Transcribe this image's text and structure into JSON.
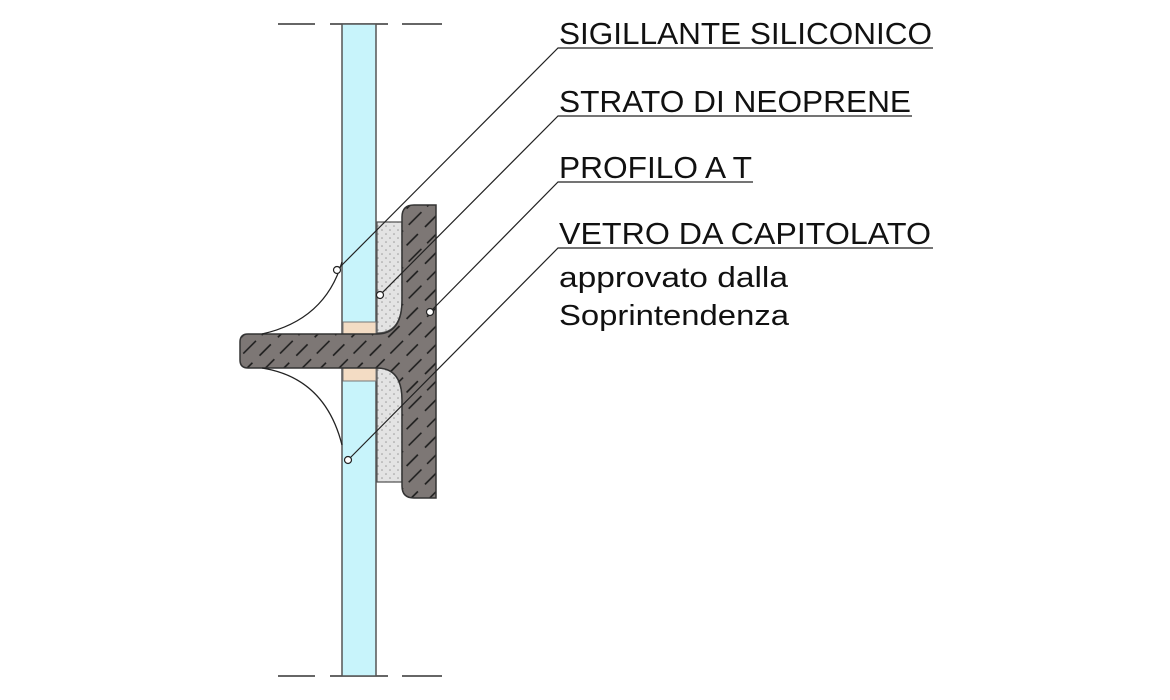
{
  "labels": {
    "sealant": "SIGILLANTE SILICONICO",
    "neoprene": "STRATO DI NEOPRENE",
    "profile": "PROFILO A T",
    "glass": "VETRO DA CAPITOLATO",
    "glass_note_1": "approvato dalla",
    "glass_note_2": "Soprintendenza"
  },
  "colors": {
    "glass": "#c8f4fb",
    "profile": "#7d7775",
    "neoprene": "#e3e3e3",
    "spacer": "#f3dcc4",
    "line": "#222222"
  }
}
